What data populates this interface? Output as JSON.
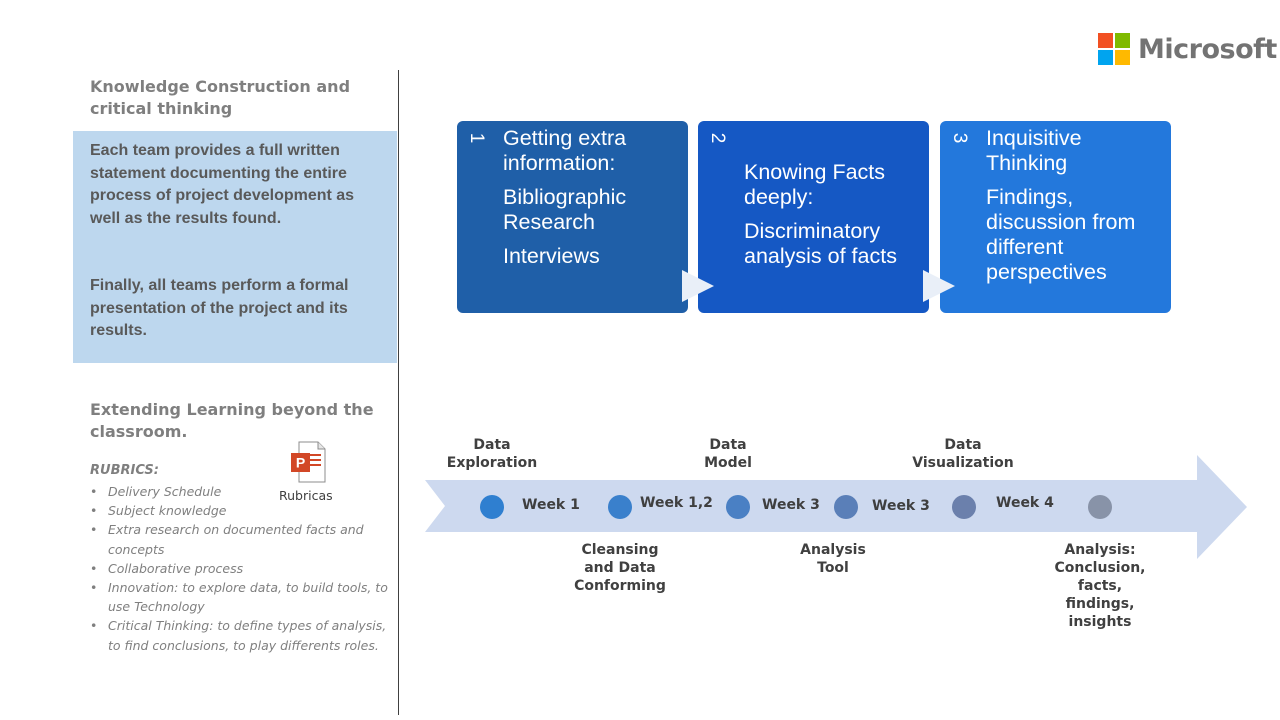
{
  "logo": {
    "wordmark": "Microsoft",
    "colors": [
      "#f25022",
      "#7fba00",
      "#00a4ef",
      "#ffb900"
    ]
  },
  "left": {
    "section1_title": "Knowledge Construction and critical thinking",
    "panel_p1": "Each team provides a full written statement documenting the entire process of  project development as well as the results found.",
    "panel_p2": "Finally, all teams perform a formal presentation of the project and its results.",
    "section2_title": "Extending Learning beyond the classroom.",
    "rubrics_title": "RUBRICS:",
    "rubrics": [
      "Delivery Schedule",
      "Subject knowledge",
      "Extra research on documented facts and concepts",
      "Collaborative process",
      "Innovation: to explore data, to build tools, to use Technology",
      "Critical Thinking: to define types of analysis, to find conclusions, to play differents roles."
    ],
    "file_icon_label": "Rubricas",
    "panel_color": "#bdd7ee"
  },
  "steps": [
    {
      "num": "1",
      "lines": [
        "Getting extra information:",
        "Bibliographic Research",
        "Interviews"
      ],
      "color": "#1f5fa8"
    },
    {
      "num": "2",
      "lines": [
        "Knowing Facts deeply:",
        "Discriminatory analysis of facts"
      ],
      "color": "#1558c4"
    },
    {
      "num": "3",
      "lines": [
        "Inquisitive Thinking",
        "Findings, discussion from different perspectives"
      ],
      "color": "#2378dc"
    }
  ],
  "timeline": {
    "arrow_color": "#cdd9ef",
    "weeks": [
      "Week  1",
      "Week  1,2",
      "Week  3",
      "Week  3",
      "Week  4"
    ],
    "dot_colors": [
      "#2f7fd0",
      "#3a80cc",
      "#4a80c4",
      "#5a7fb8",
      "#6b80ac",
      "#8893a8"
    ],
    "top_labels": [
      "Data\nExploration",
      "Data\nModel",
      "Data\nVisualization"
    ],
    "bottom_labels": [
      "Cleansing\nand Data\nConforming",
      "Analysis\nTool",
      "Analysis:\nConclusion,\nfacts,\nfindings,\ninsights"
    ]
  }
}
